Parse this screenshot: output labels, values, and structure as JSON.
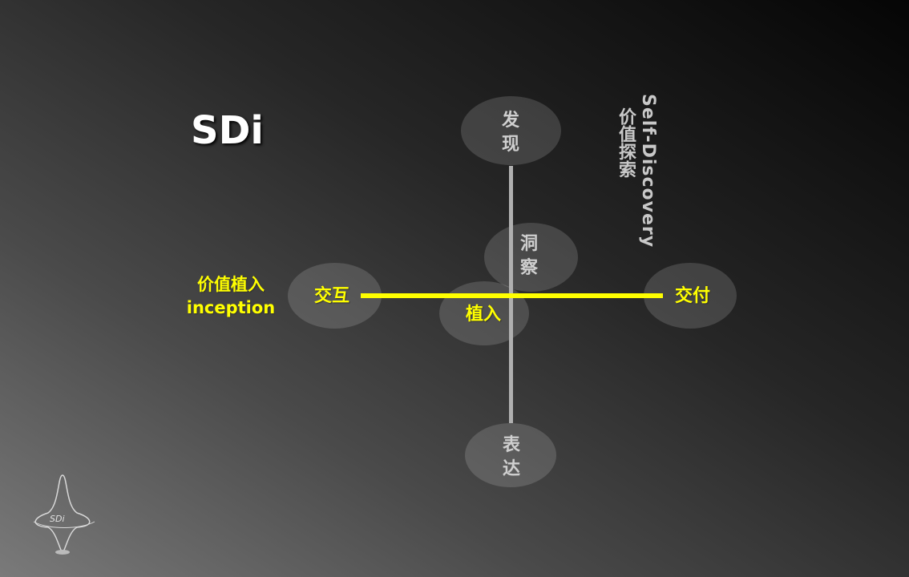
{
  "title": "SDi",
  "vertical_axis": {
    "en": "Self-Discovery",
    "zh": "价值探索"
  },
  "horizontal_axis": {
    "zh": "价值植入",
    "en": "inception"
  },
  "nodes": {
    "top": "发\n现",
    "insight": "洞\n察",
    "left": "交互",
    "center": "植入",
    "right": "交付",
    "bottom": "表\n达"
  },
  "logo_text": "SDi",
  "colors": {
    "accent": "#ffff00",
    "axis": "#b0b0b0"
  }
}
